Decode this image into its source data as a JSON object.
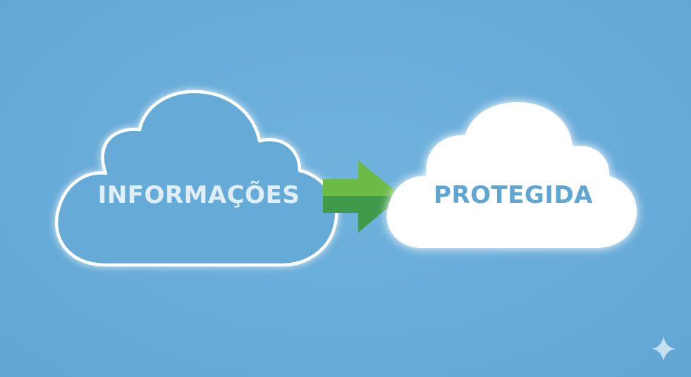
{
  "diagram": {
    "source_cloud": {
      "label": "INFORMAÇÕES",
      "style": "outline",
      "outline_color": "#ffffff",
      "text_color": "#dfeef8"
    },
    "arrow": {
      "direction": "right",
      "color_top": "#6cbb47",
      "color_bottom": "#3f9a4a"
    },
    "target_cloud": {
      "label": "PROTEGIDA",
      "style": "filled",
      "fill_color": "#ffffff",
      "text_color": "#5fa6d3"
    },
    "corner_icon": "sparkle-icon",
    "background_color": "#68acd9"
  }
}
